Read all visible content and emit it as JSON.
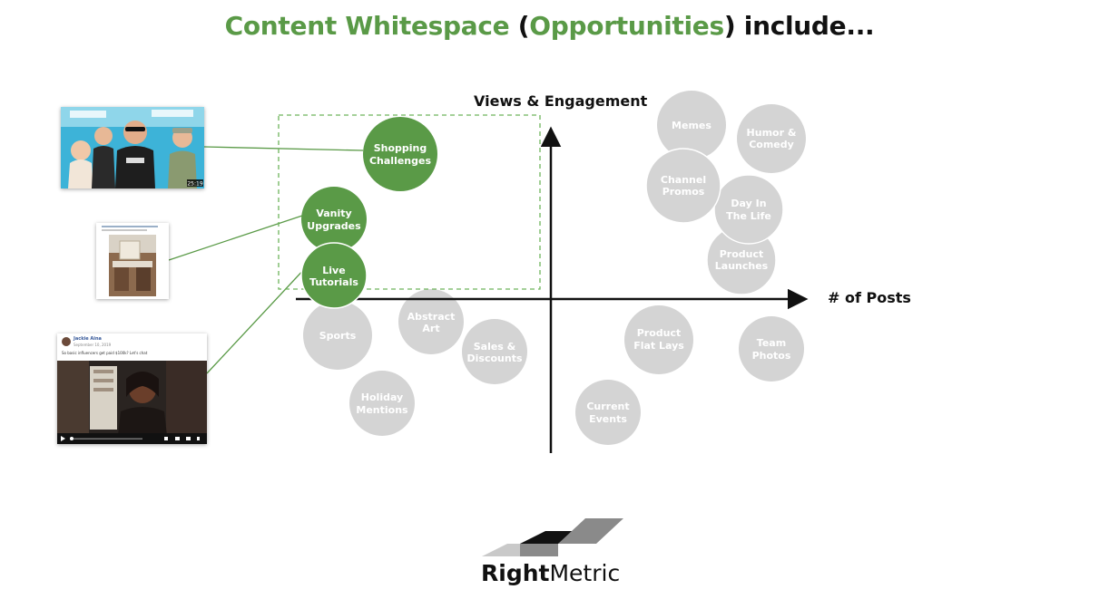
{
  "title": {
    "part1": "Content Whitespace",
    "open_paren": " (",
    "part2": "Opportunities",
    "close_paren": ")",
    "part3": " include..."
  },
  "colors": {
    "green": "#5a9a47",
    "grey_bubble": "#d4d4d4",
    "dash_box": "#6db35a",
    "axis": "#111111",
    "title_dark": "#111111"
  },
  "axes": {
    "y_label": "Views & Engagement",
    "x_label": "# of Posts"
  },
  "bubbles": {
    "shopping": {
      "line1": "Shopping",
      "line2": "Challenges"
    },
    "vanity": {
      "line1": "Vanity",
      "line2": "Upgrades"
    },
    "live": {
      "line1": "Live",
      "line2": "Tutorials"
    },
    "sports": {
      "line1": "Sports"
    },
    "abstract": {
      "line1": "Abstract",
      "line2": "Art"
    },
    "sales": {
      "line1": "Sales &",
      "line2": "Discounts"
    },
    "holiday": {
      "line1": "Holiday",
      "line2": "Mentions"
    },
    "memes": {
      "line1": "Memes"
    },
    "humor": {
      "line1": "Humor &",
      "line2": "Comedy"
    },
    "channel": {
      "line1": "Channel",
      "line2": "Promos"
    },
    "dayinlife": {
      "line1": "Day In",
      "line2": "The Life"
    },
    "product_launch": {
      "line1": "Product",
      "line2": "Launches"
    },
    "product_flat": {
      "line1": "Product",
      "line2": "Flat Lays"
    },
    "team": {
      "line1": "Team",
      "line2": "Photos"
    },
    "current": {
      "line1": "Current",
      "line2": "Events"
    }
  },
  "thumbnails": {
    "video_duration": "25:19",
    "post_author": "Jackie Aina",
    "post_date": "September 10, 2019",
    "post_text": "So basic influencers get paid $100k? Let's chat"
  },
  "logo": {
    "bold": "Right",
    "regular": "Metric"
  }
}
